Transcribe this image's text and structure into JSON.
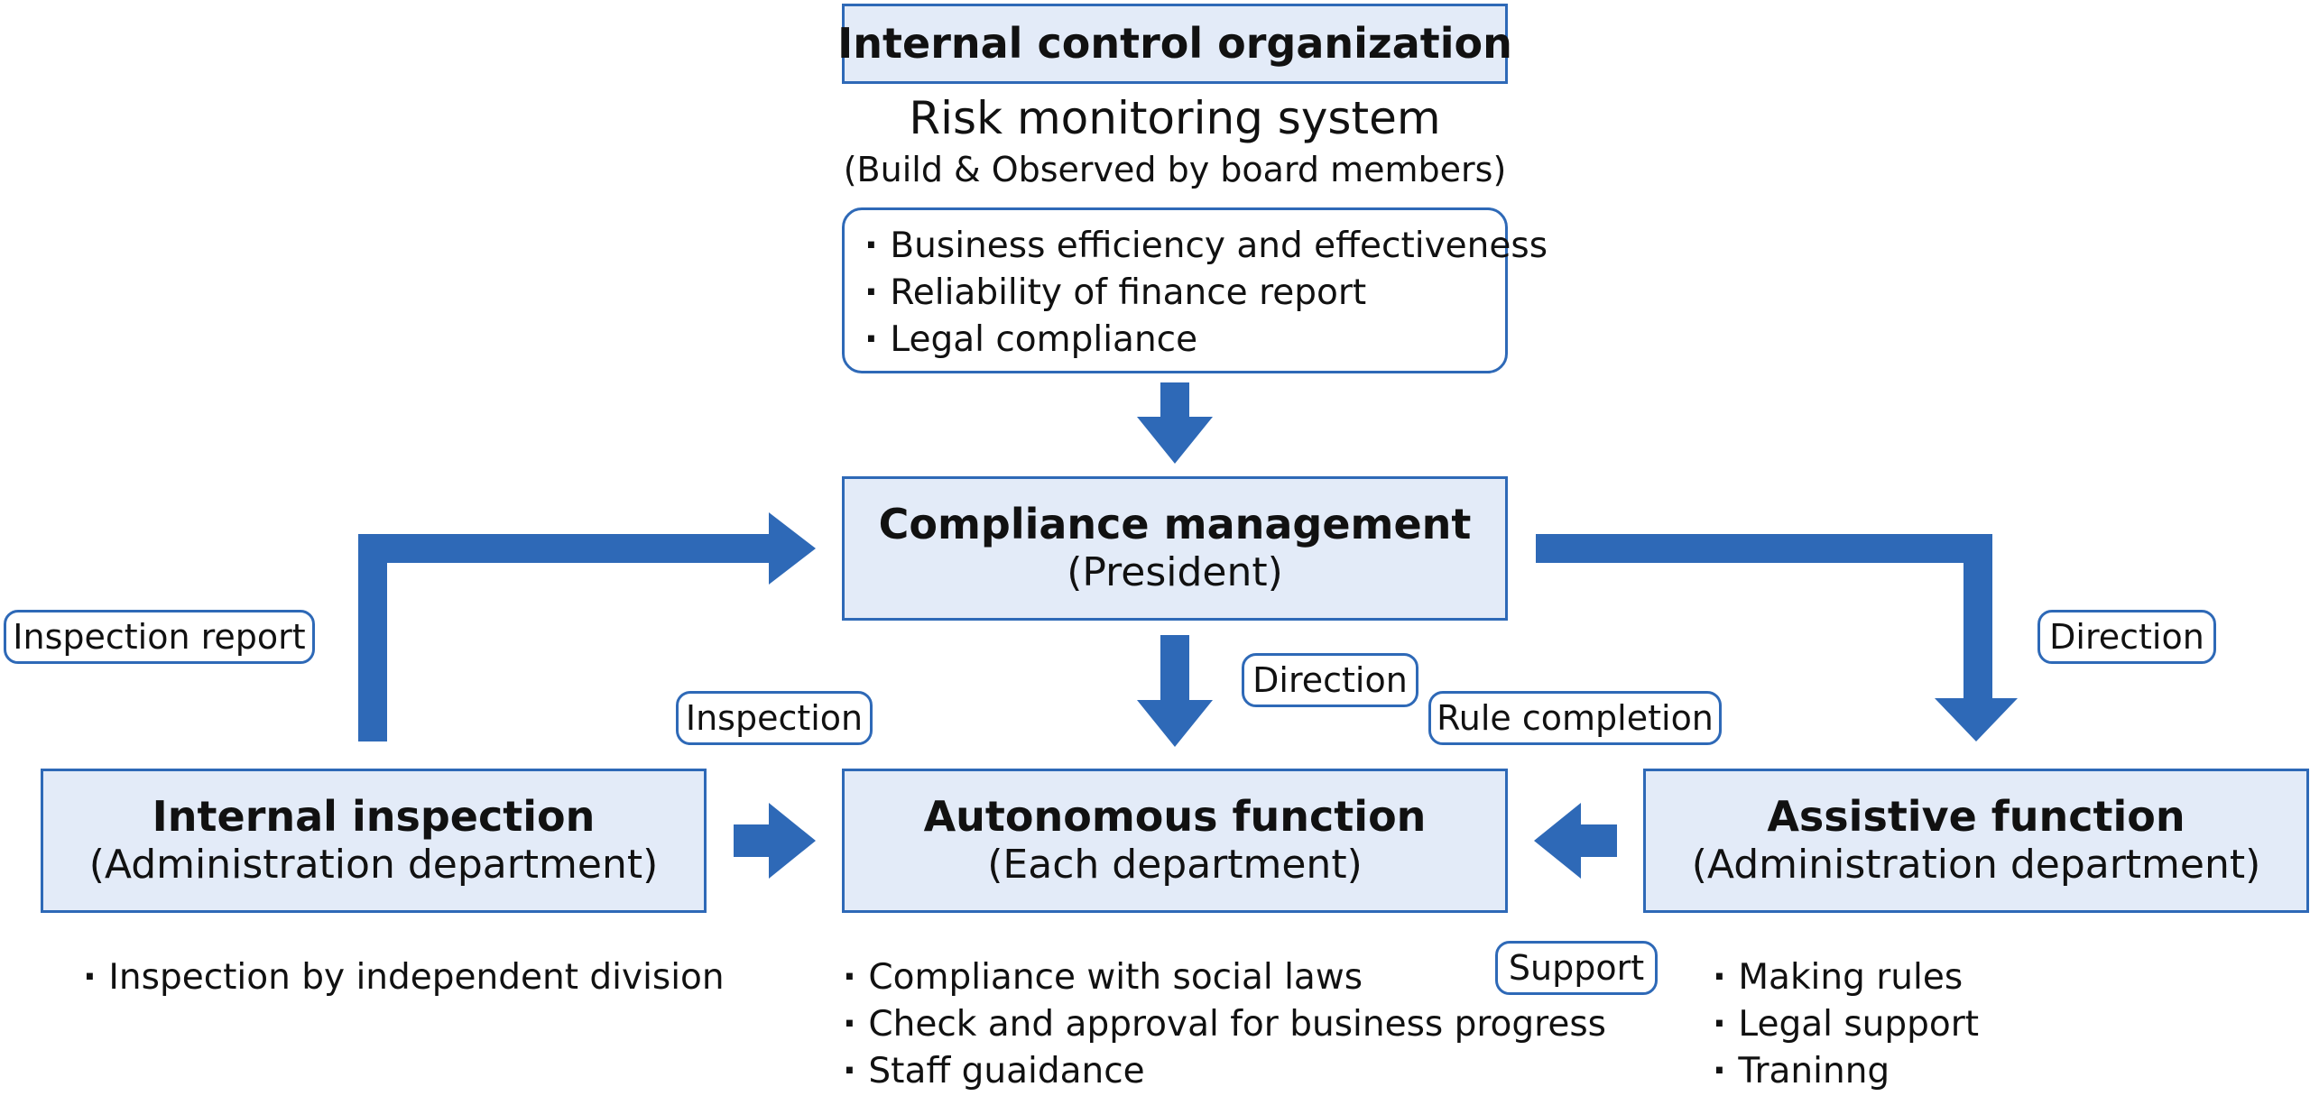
{
  "colors": {
    "accent": "#2e69b7",
    "box_fill": "#e3ebf8",
    "text": "#111111",
    "background": "#ffffff"
  },
  "header": {
    "title": "Internal control organization",
    "system_title": "Risk monitoring system",
    "system_subtitle": "(Build & Observed by board members)"
  },
  "control_objectives": [
    "Business efficiency and effectiveness",
    "Reliability of finance report",
    "Legal compliance"
  ],
  "compliance": {
    "title": "Compliance management",
    "sub": "(President)"
  },
  "internal_inspection": {
    "title": "Internal inspection",
    "sub": "(Administration department)",
    "items": [
      "Inspection by independent division"
    ]
  },
  "autonomous": {
    "title": "Autonomous function",
    "sub": "(Each department)",
    "items": [
      "Compliance with social laws",
      "Check and approval for business progress",
      "Staff guaidance"
    ]
  },
  "assistive": {
    "title": "Assistive function",
    "sub": "(Administration department)",
    "items": [
      "Making rules",
      "Legal support",
      "Traninng"
    ]
  },
  "flow_labels": {
    "inspection_report": "Inspection report",
    "inspection": "Inspection",
    "direction_center": "Direction",
    "rule_completion": "Rule completion",
    "direction_right": "Direction",
    "support": "Support"
  }
}
